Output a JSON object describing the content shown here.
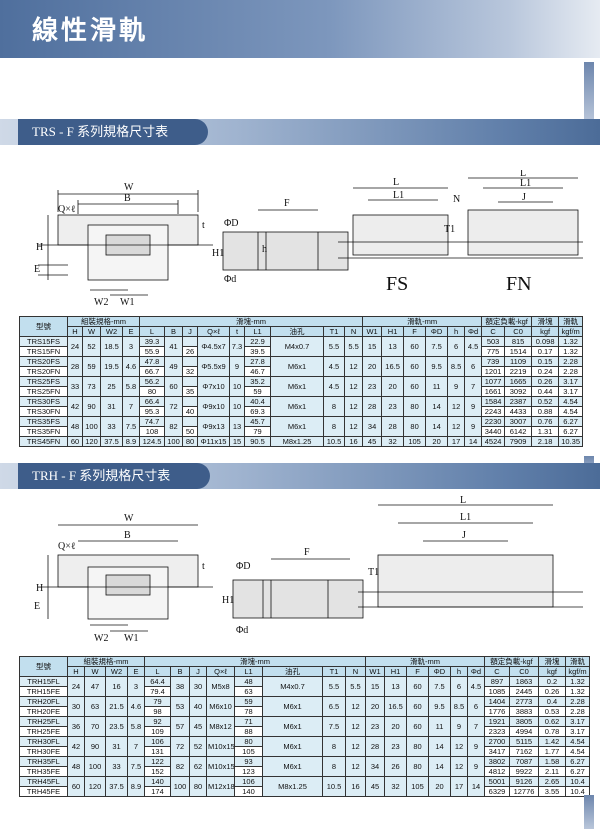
{
  "page_title": "線性滑軌",
  "section1": {
    "title": "TRS - F 系列規格尺寸表",
    "labels": {
      "w": "W",
      "b": "B",
      "qxl": "Q×ℓ",
      "t": "t",
      "h": "H",
      "e": "E",
      "w2": "W2",
      "w1": "W1",
      "h1": "H1",
      "f": "F",
      "phid_top": "ΦD",
      "phid_bot": "Φd",
      "h_small": "h",
      "l": "L",
      "l1": "L1",
      "n": "N",
      "j": "J",
      "t1": "T1",
      "fs": "FS",
      "fn": "FN"
    },
    "header_groups": {
      "model": "型號",
      "assembly": "組裝規格-mm",
      "block": "滑塊-mm",
      "rail": "滑軌-mm",
      "load": "額定負載-kgf",
      "block_w": "滑塊",
      "block_w_unit": "kgf",
      "rail_w": "滑軌",
      "rail_w_unit": "kgf/m"
    },
    "columns": [
      "H",
      "W",
      "W2",
      "E",
      "L",
      "B",
      "J",
      "Q×ℓ",
      "t",
      "L1",
      "油孔",
      "T1",
      "N",
      "W1",
      "H1",
      "F",
      "ΦD",
      "h",
      "Φd",
      "C",
      "C0"
    ],
    "rows": [
      {
        "models": [
          "TRS15FS",
          "TRS15FN"
        ],
        "H": "24",
        "W": "52",
        "W2": "18.5",
        "E": "3",
        "L": [
          "39.3",
          "55.9"
        ],
        "B": "41",
        "J": [
          "",
          "26"
        ],
        "Q": "Φ4.5x7",
        "t": "7.3",
        "L1": [
          "22.9",
          "39.5"
        ],
        "oil": "M4x0.7",
        "T1": "5.5",
        "N": "5.5",
        "W1": "15",
        "H1": "13",
        "F": "60",
        "D": "7.5",
        "h": "6",
        "d": "4.5",
        "C": [
          "503",
          "775"
        ],
        "C0": [
          "815",
          "1514"
        ],
        "bw": [
          "0.098",
          "0.17"
        ],
        "rw": [
          "1.32",
          "1.32"
        ]
      },
      {
        "models": [
          "TRS20FS",
          "TRS20FN"
        ],
        "H": "28",
        "W": "59",
        "W2": "19.5",
        "E": "4.6",
        "L": [
          "47.8",
          "66.7"
        ],
        "B": "49",
        "J": [
          "",
          "32"
        ],
        "Q": "Φ5.5x9",
        "t": "9",
        "L1": [
          "27.8",
          "46.7"
        ],
        "oil": "M6x1",
        "T1": "4.5",
        "N": "12",
        "W1": "20",
        "H1": "16.5",
        "F": "60",
        "D": "9.5",
        "h": "8.5",
        "d": "6",
        "C": [
          "739",
          "1201"
        ],
        "C0": [
          "1109",
          "2219"
        ],
        "bw": [
          "0.15",
          "0.24"
        ],
        "rw": [
          "2.28",
          "2.28"
        ]
      },
      {
        "models": [
          "TRS25FS",
          "TRS25FN"
        ],
        "H": "33",
        "W": "73",
        "W2": "25",
        "E": "5.8",
        "L": [
          "56.2",
          "80"
        ],
        "B": "60",
        "J": [
          "",
          "35"
        ],
        "Q": "Φ7x10",
        "t": "10",
        "L1": [
          "35.2",
          "59"
        ],
        "oil": "M6x1",
        "T1": "4.5",
        "N": "12",
        "W1": "23",
        "H1": "20",
        "F": "60",
        "D": "11",
        "h": "9",
        "d": "7",
        "C": [
          "1077",
          "1661"
        ],
        "C0": [
          "1665",
          "3092"
        ],
        "bw": [
          "0.26",
          "0.44"
        ],
        "rw": [
          "3.17",
          "3.17"
        ]
      },
      {
        "models": [
          "TRS30FS",
          "TRS30FN"
        ],
        "H": "42",
        "W": "90",
        "W2": "31",
        "E": "7",
        "L": [
          "66.4",
          "95.3"
        ],
        "B": "72",
        "J": [
          "",
          "40"
        ],
        "Q": "Φ9x10",
        "t": "10",
        "L1": [
          "40.4",
          "69.3"
        ],
        "oil": "M6x1",
        "T1": "8",
        "N": "12",
        "W1": "28",
        "H1": "23",
        "F": "80",
        "D": "14",
        "h": "12",
        "d": "9",
        "C": [
          "1584",
          "2243"
        ],
        "C0": [
          "2387",
          "4433"
        ],
        "bw": [
          "0.52",
          "0.88"
        ],
        "rw": [
          "4.54",
          "4.54"
        ]
      },
      {
        "models": [
          "TRS35FS",
          "TRS35FN"
        ],
        "H": "48",
        "W": "100",
        "W2": "33",
        "E": "7.5",
        "L": [
          "74.7",
          "108"
        ],
        "B": "82",
        "J": [
          "",
          "50"
        ],
        "Q": "Φ9x13",
        "t": "13",
        "L1": [
          "45.7",
          "79"
        ],
        "oil": "M6x1",
        "T1": "8",
        "N": "12",
        "W1": "34",
        "H1": "28",
        "F": "80",
        "D": "14",
        "h": "12",
        "d": "9",
        "C": [
          "2230",
          "3440"
        ],
        "C0": [
          "3007",
          "6142"
        ],
        "bw": [
          "0.76",
          "1.31"
        ],
        "rw": [
          "6.27",
          "6.27"
        ]
      },
      {
        "models": [
          "TRS45FN"
        ],
        "H": "60",
        "W": "120",
        "W2": "37.5",
        "E": "8.9",
        "L": [
          "124.5"
        ],
        "B": "100",
        "J": [
          "80"
        ],
        "Q": "Φ11x15",
        "t": "15",
        "L1": [
          "90.5"
        ],
        "oil": "M8x1.25",
        "T1": "10.5",
        "N": "16",
        "W1": "45",
        "H1": "32",
        "F": "105",
        "D": "20",
        "h": "17",
        "d": "14",
        "C": [
          "4524"
        ],
        "C0": [
          "7909"
        ],
        "bw": [
          "2.18"
        ],
        "rw": [
          "10.35"
        ]
      }
    ]
  },
  "section2": {
    "title": "TRH - F 系列規格尺寸表",
    "labels": {
      "w": "W",
      "b": "B",
      "qxl": "Q×ℓ",
      "t": "t",
      "h": "H",
      "e": "E",
      "w2": "W2",
      "w1": "W1",
      "h1": "H1",
      "f": "F",
      "phid_top": "ΦD",
      "phid_bot": "Φd",
      "l": "L",
      "l1": "L1",
      "j": "J",
      "t1": "T1"
    },
    "header_groups": {
      "model": "型號",
      "assembly": "組裝規格-mm",
      "block": "滑塊-mm",
      "rail": "滑軌-mm",
      "load": "額定負載-kgf",
      "block_w": "滑塊",
      "block_w_unit": "kgf",
      "rail_w": "滑軌",
      "rail_w_unit": "kgf/m"
    },
    "columns": [
      "H",
      "W",
      "W2",
      "E",
      "L",
      "B",
      "J",
      "Q×ℓ",
      "L1",
      "油孔",
      "T1",
      "N",
      "W1",
      "H1",
      "F",
      "ΦD",
      "h",
      "Φd",
      "C",
      "C0"
    ],
    "rows": [
      {
        "models": [
          "TRH15FL",
          "TRH15FE"
        ],
        "H": "24",
        "W": "47",
        "W2": "16",
        "E": "3",
        "L": [
          "64.4",
          "79.4"
        ],
        "B": "38",
        "J": "30",
        "Q": "M5x8",
        "L1": [
          "48",
          "63"
        ],
        "oil": "M4x0.7",
        "T1": "5.5",
        "N": "5.5",
        "W1": "15",
        "H1": "13",
        "F": "60",
        "D": "7.5",
        "h": "6",
        "d": "4.5",
        "C": [
          "897",
          "1085"
        ],
        "C0": [
          "1863",
          "2445"
        ],
        "bw": [
          "0.2",
          "0.26"
        ],
        "rw": [
          "1.32",
          "1.32"
        ]
      },
      {
        "models": [
          "TRH20FL",
          "TRH20FE"
        ],
        "H": "30",
        "W": "63",
        "W2": "21.5",
        "E": "4.6",
        "L": [
          "79",
          "98"
        ],
        "B": "53",
        "J": "40",
        "Q": "M6x10",
        "L1": [
          "59",
          "78"
        ],
        "oil": "M6x1",
        "T1": "6.5",
        "N": "12",
        "W1": "20",
        "H1": "16.5",
        "F": "60",
        "D": "9.5",
        "h": "8.5",
        "d": "6",
        "C": [
          "1404",
          "1776"
        ],
        "C0": [
          "2773",
          "3883"
        ],
        "bw": [
          "0.4",
          "0.53"
        ],
        "rw": [
          "2.28",
          "2.28"
        ]
      },
      {
        "models": [
          "TRH25FL",
          "TRH25FE"
        ],
        "H": "36",
        "W": "70",
        "W2": "23.5",
        "E": "5.8",
        "L": [
          "92",
          "109"
        ],
        "B": "57",
        "J": "45",
        "Q": "M8x12",
        "L1": [
          "71",
          "88"
        ],
        "oil": "M6x1",
        "T1": "7.5",
        "N": "12",
        "W1": "23",
        "H1": "20",
        "F": "60",
        "D": "11",
        "h": "9",
        "d": "7",
        "C": [
          "1921",
          "2323"
        ],
        "C0": [
          "3805",
          "4994"
        ],
        "bw": [
          "0.62",
          "0.78"
        ],
        "rw": [
          "3.17",
          "3.17"
        ]
      },
      {
        "models": [
          "TRH30FL",
          "TRH30FE"
        ],
        "H": "42",
        "W": "90",
        "W2": "31",
        "E": "7",
        "L": [
          "106",
          "131"
        ],
        "B": "72",
        "J": "52",
        "Q": "M10x15",
        "L1": [
          "80",
          "105"
        ],
        "oil": "M6x1",
        "T1": "8",
        "N": "12",
        "W1": "28",
        "H1": "23",
        "F": "80",
        "D": "14",
        "h": "12",
        "d": "9",
        "C": [
          "2700",
          "3417"
        ],
        "C0": [
          "5115",
          "7162"
        ],
        "bw": [
          "1.42",
          "1.77"
        ],
        "rw": [
          "4.54",
          "4.54"
        ]
      },
      {
        "models": [
          "TRH35FL",
          "TRH35FE"
        ],
        "H": "48",
        "W": "100",
        "W2": "33",
        "E": "7.5",
        "L": [
          "122",
          "152"
        ],
        "B": "82",
        "J": "62",
        "Q": "M10x15",
        "L1": [
          "93",
          "123"
        ],
        "oil": "M6x1",
        "T1": "8",
        "N": "12",
        "W1": "34",
        "H1": "26",
        "F": "80",
        "D": "14",
        "h": "12",
        "d": "9",
        "C": [
          "3802",
          "4812"
        ],
        "C0": [
          "7087",
          "9922"
        ],
        "bw": [
          "1.58",
          "2.11"
        ],
        "rw": [
          "6.27",
          "6.27"
        ]
      },
      {
        "models": [
          "TRH45FL",
          "TRH45FE"
        ],
        "H": "60",
        "W": "120",
        "W2": "37.5",
        "E": "8.9",
        "L": [
          "140",
          "174"
        ],
        "B": "100",
        "J": "80",
        "Q": "M12x18",
        "L1": [
          "106",
          "140"
        ],
        "oil": "M8x1.25",
        "T1": "10.5",
        "N": "16",
        "W1": "45",
        "H1": "32",
        "F": "105",
        "D": "20",
        "h": "17",
        "d": "14",
        "C": [
          "5001",
          "6329"
        ],
        "C0": [
          "9126",
          "12776"
        ],
        "bw": [
          "2.65",
          "3.55"
        ],
        "rw": [
          "10.4",
          "10.4"
        ]
      }
    ]
  }
}
